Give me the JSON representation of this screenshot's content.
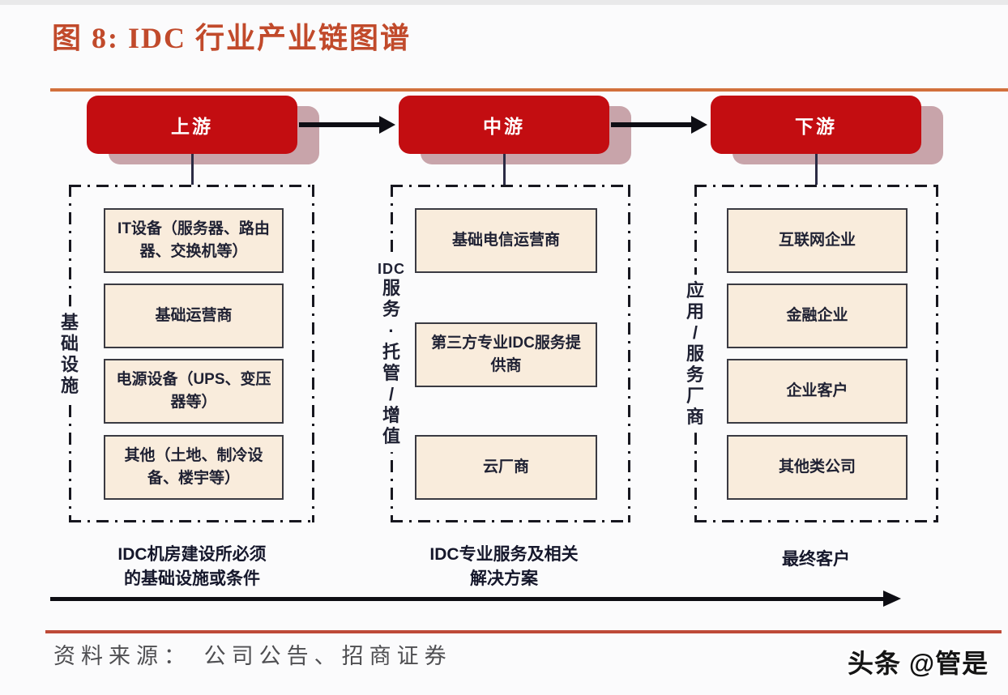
{
  "figure": {
    "title": "图 8: IDC 行业产业链图谱"
  },
  "stages": [
    {
      "id": "upstream",
      "pill": "上游",
      "side_label_chars": "基|础|设|施",
      "boxes": [
        "IT设备（服务器、路由器、交换机等）",
        "基础运营商",
        "电源设备（UPS、变压器等）",
        "其他（土地、制冷设备、楼宇等）"
      ],
      "caption_line1": "IDC机房建设所必须",
      "caption_line2": "的基础设施或条件"
    },
    {
      "id": "midstream",
      "pill": "中游",
      "side_label_chars": "IDC|服|务|·|托|管|/|增|值",
      "boxes": [
        "基础电信运营商",
        "第三方专业IDC服务提供商",
        "云厂商"
      ],
      "caption_line1": "IDC专业服务及相关",
      "caption_line2": "解决方案"
    },
    {
      "id": "downstream",
      "pill": "下游",
      "side_label_chars": "应|用|/|服|务|厂|商",
      "boxes": [
        "互联网企业",
        "金融企业",
        "企业客户",
        "其他类公司"
      ],
      "caption_line1": "最终客户",
      "caption_line2": ""
    }
  ],
  "footer": {
    "source": "资料来源：  公司公告、招商证券",
    "watermark": "头条 @管是"
  },
  "colors": {
    "pill_red": "#c30d11",
    "pill_shadow": "#c8a4aa",
    "accent_orange": "#d2703c",
    "rule_red": "#be4a38",
    "box_cream": "#f9ecdc",
    "ink": "#1f2133"
  }
}
